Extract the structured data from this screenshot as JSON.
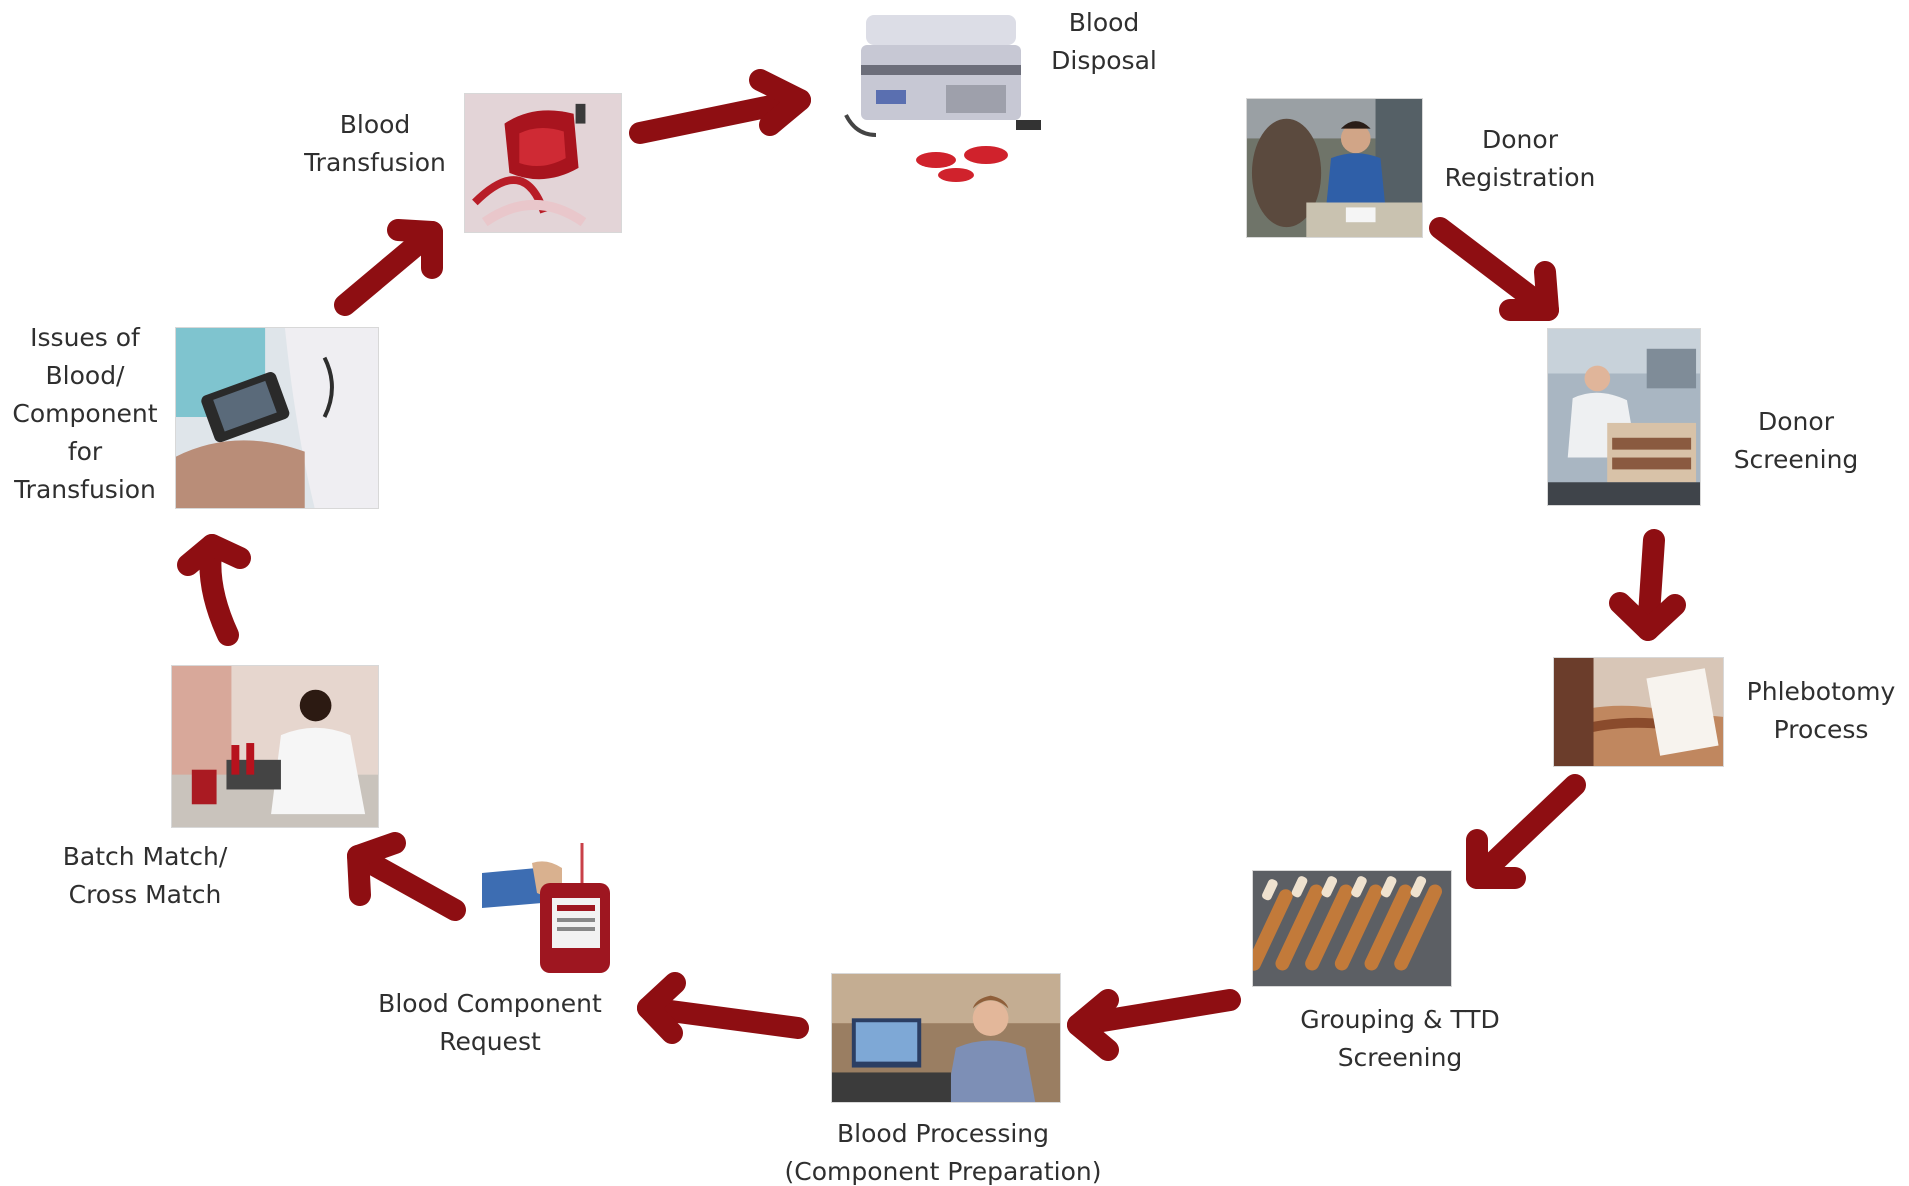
{
  "diagram": {
    "arrow_color": "#8e0e12",
    "steps": [
      {
        "id": "blood-disposal",
        "label": "Blood\nDisposal",
        "image": "portable-cooler-with-blood-bags"
      },
      {
        "id": "donor-registration",
        "label": "Donor\nRegistration",
        "image": "woman-at-registration-desk"
      },
      {
        "id": "donor-screening",
        "label": "Donor\nScreening",
        "image": "lab-technician-at-analyzer"
      },
      {
        "id": "phlebotomy-process",
        "label": "Phlebotomy\nProcess",
        "image": "arm-with-blood-collection"
      },
      {
        "id": "grouping-ttd-screening",
        "label": "Grouping & TTD\nScreening",
        "image": "rows-of-blood-sample-tubes"
      },
      {
        "id": "blood-processing",
        "label": "Blood Processing\n(Component Preparation)",
        "image": "woman-at-computer"
      },
      {
        "id": "blood-component-request",
        "label": "Blood Component\nRequest",
        "image": "hand-holding-blood-bag"
      },
      {
        "id": "batch-match",
        "label": "Batch Match/\nCross Match",
        "image": "technician-at-lab-bench"
      },
      {
        "id": "issues-of-blood",
        "label": "Issues of\nBlood/\nComponent\nfor\nTransfusion",
        "image": "handheld-scanner-at-bedside"
      },
      {
        "id": "blood-transfusion",
        "label": "Blood\nTransfusion",
        "image": "blood-bag-transfusion"
      }
    ]
  }
}
